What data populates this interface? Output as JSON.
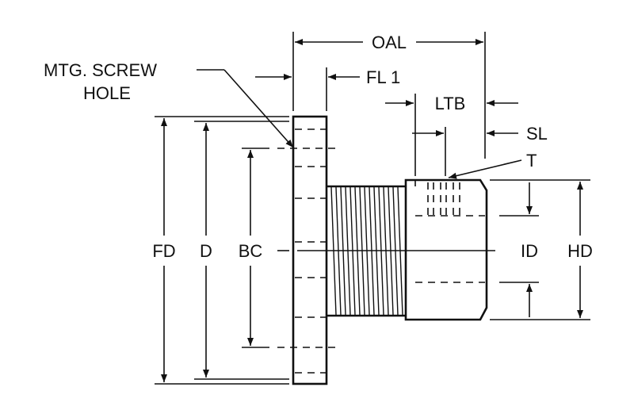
{
  "diagram": {
    "labels": {
      "mtg_screw_line1": "MTG. SCREW",
      "mtg_screw_line2": "HOLE",
      "oal": "OAL",
      "fl1": "FL 1",
      "ltb": "LTB",
      "sl": "SL",
      "t": "T",
      "fd": "FD",
      "d": "D",
      "bc": "BC",
      "id": "ID",
      "hd": "HD"
    },
    "colors": {
      "ink": "#111111",
      "background": "#ffffff"
    }
  }
}
